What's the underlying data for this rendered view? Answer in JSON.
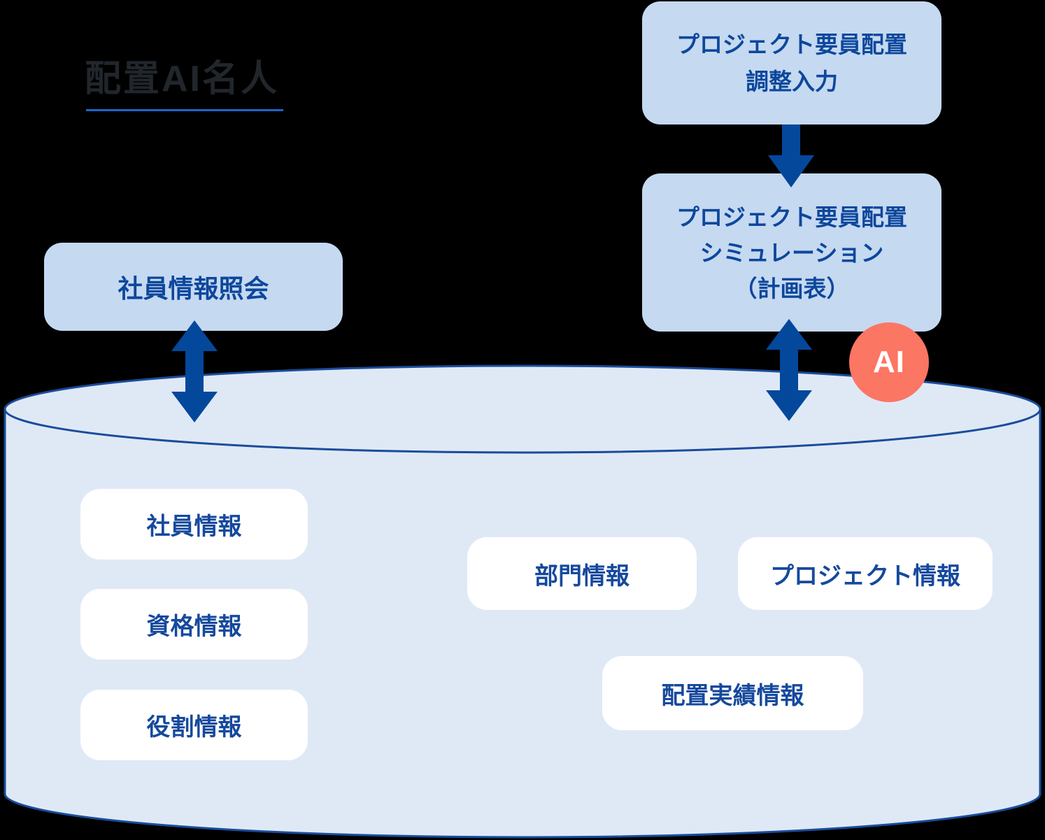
{
  "title": {
    "text": "配置AI名人"
  },
  "nodes": {
    "adjust_input": {
      "line1": "プロジェクト要員配置",
      "line2": "調整入力"
    },
    "simulation": {
      "line1": "プロジェクト要員配置",
      "line2": "シミュレーション",
      "line3": "（計画表）"
    },
    "employee_lookup": {
      "label": "社員情報照会"
    }
  },
  "ai_badge": {
    "label": "AI"
  },
  "database": {
    "tables_left": [
      "社員情報",
      "資格情報",
      "役割情報"
    ],
    "tables_right": [
      "部門情報",
      "プロジェクト情報",
      "配置実績情報"
    ]
  },
  "colors": {
    "arrow_blue": "#04489c",
    "outline_blue": "#1a4c9b",
    "panel_blue": "#c5d9f1",
    "cylinder_fill": "#dfe9f6",
    "chip_white": "#ffffff",
    "text_blue": "#0d479c",
    "ai_coral": "#fb7663",
    "title_color": "#21262c",
    "underline_blue": "#1b65c8",
    "background": "#000000"
  }
}
